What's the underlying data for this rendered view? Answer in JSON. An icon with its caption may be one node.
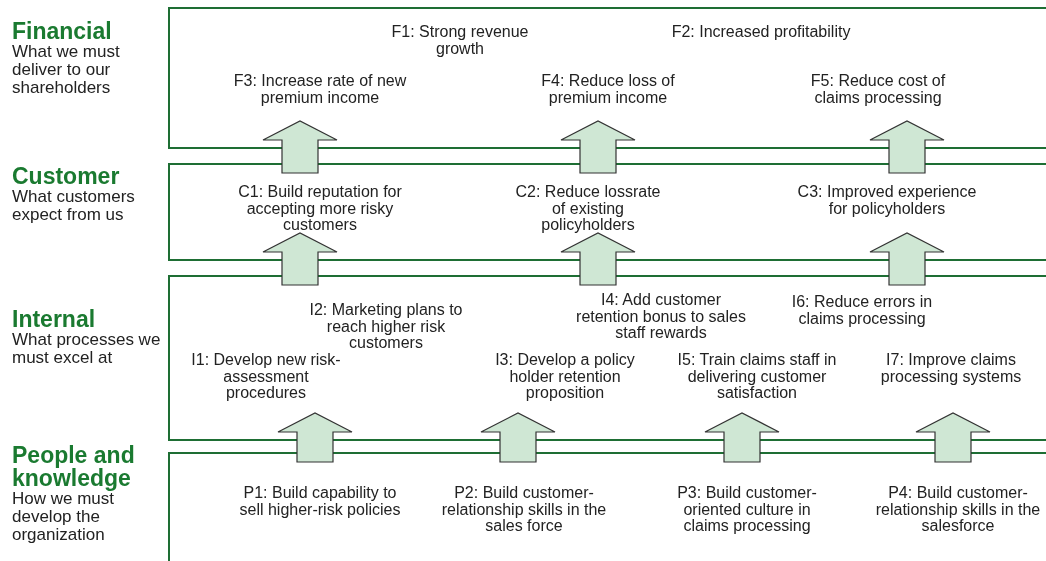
{
  "diagram": {
    "nodes": [
      {
        "text": [
          "Financial",
          "What we must deliver to our shareholders"
        ]
      },
      {
        "text": [
          "F1: Strong revenue growth"
        ],
        "in": 0
      },
      {
        "text": [
          "F2: Increased profitability"
        ],
        "in": 0
      },
      {
        "text": [
          "F3: Increase rate of new premium income"
        ],
        "in": 0
      },
      {
        "text": [
          "F4: Reduce loss of premium income"
        ],
        "in": 0
      },
      {
        "text": [
          "F5: Reduce cost of claims processing"
        ],
        "in": 0
      },
      {
        "text": [
          "Customer",
          "What customers expect from us"
        ]
      },
      {
        "text": [
          "C1: Build reputation for accepting more risky customers"
        ],
        "in": 6
      },
      {
        "text": [
          "C2: Reduce lossrate of existing policyholders"
        ],
        "in": 6
      },
      {
        "text": [
          "C3: Improved experience for policyholders"
        ],
        "in": 6
      },
      {
        "text": [
          "Internal",
          "What processes we must excel at"
        ]
      },
      {
        "text": [
          "I1: Develop new risk-assessment procedures"
        ],
        "in": 10
      },
      {
        "text": [
          "I2: Marketing plans to reach higher risk customers"
        ],
        "in": 10
      },
      {
        "text": [
          "I3: Develop a policy holder retention proposition"
        ],
        "in": 10
      },
      {
        "text": [
          "I4: Add customer retention bonus to sales staff rewards"
        ],
        "in": 10
      },
      {
        "text": [
          "I5: Train claims staff in delivering customer satisfaction"
        ],
        "in": 10
      },
      {
        "text": [
          "I6: Reduce errors in claims processing"
        ],
        "in": 10
      },
      {
        "text": [
          "I7: Improve claims processing systems"
        ],
        "in": 10
      },
      {
        "text": [
          "People and knowledge",
          "How we must develop the organization"
        ]
      },
      {
        "text": [
          "P1: Build capability to sell higher-risk policies"
        ],
        "in": 18
      },
      {
        "text": [
          "P2: Build customer-relationship skills in the sales force"
        ],
        "in": 18
      },
      {
        "text": [
          "P3: Build customer-oriented culture in claims processing"
        ],
        "in": 18
      },
      {
        "text": [
          "P4: Build customer-relationship skills in the salesforce"
        ],
        "in": 18
      }
    ],
    "edges": [
      {
        "from": 6,
        "to": 0,
        "arrow": "to",
        "style": "thick"
      },
      {
        "from": 6,
        "to": 0,
        "arrow": "to",
        "style": "thick"
      },
      {
        "from": 6,
        "to": 0,
        "arrow": "to",
        "style": "thick"
      },
      {
        "from": 10,
        "to": 6,
        "arrow": "to",
        "style": "thick"
      },
      {
        "from": 10,
        "to": 6,
        "arrow": "to",
        "style": "thick"
      },
      {
        "from": 10,
        "to": 6,
        "arrow": "to",
        "style": "thick"
      },
      {
        "from": 18,
        "to": 10,
        "arrow": "to",
        "style": "thick"
      },
      {
        "from": 18,
        "to": 10,
        "arrow": "to",
        "style": "thick"
      },
      {
        "from": 18,
        "to": 10,
        "arrow": "to",
        "style": "thick"
      },
      {
        "from": 18,
        "to": 10,
        "arrow": "to",
        "style": "thick"
      }
    ]
  }
}
